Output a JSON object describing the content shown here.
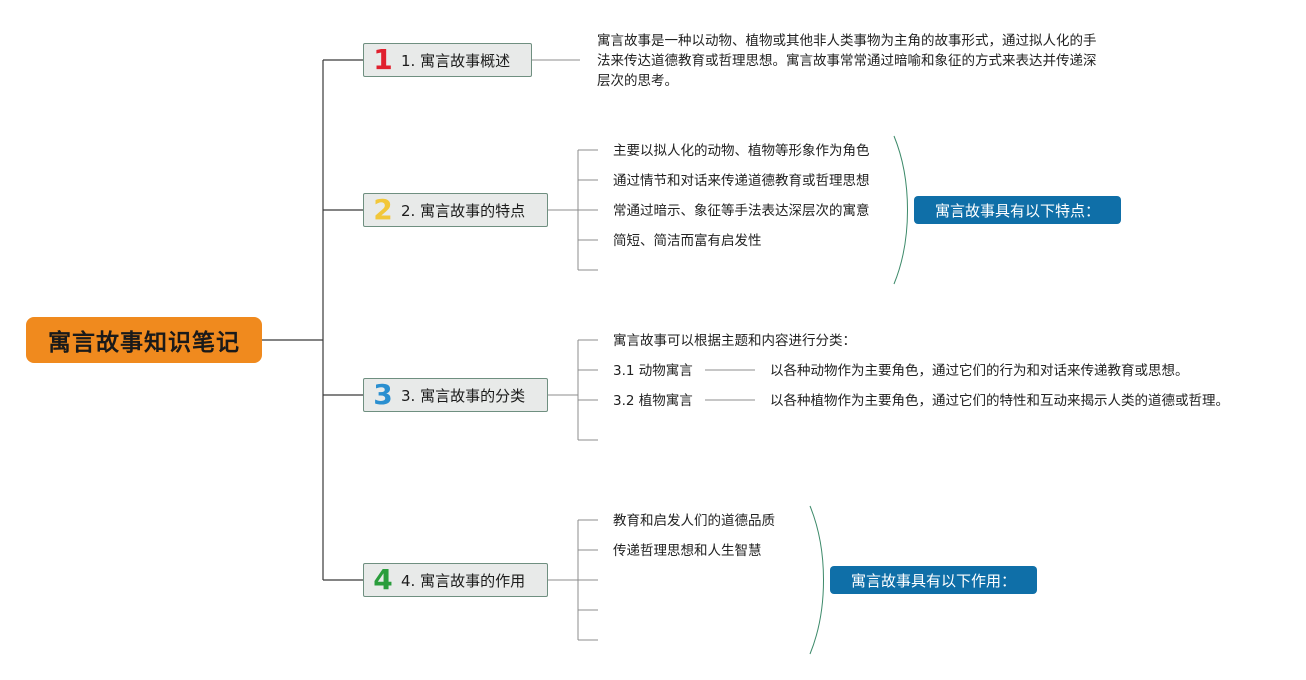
{
  "root": {
    "title": "寓言故事知识笔记"
  },
  "branches": [
    {
      "number": "1",
      "label": "1. 寓言故事概述",
      "color": "#e0202e",
      "paragraph": "寓言故事是一种以动物、植物或其他非人类事物为主角的故事形式，通过拟人化的手法来传达道德教育或哲理思想。寓言故事常常通过暗喻和象征的方式来表达并传递深层次的思考。"
    },
    {
      "number": "2",
      "label": "2. 寓言故事的特点",
      "color": "#f2c73a",
      "items": [
        "主要以拟人化的动物、植物等形象作为角色",
        "通过情节和对话来传递道德教育或哲理思想",
        "常通过暗示、象征等手法表达深层次的寓意",
        "简短、简洁而富有启发性"
      ],
      "summary": "寓言故事具有以下特点："
    },
    {
      "number": "3",
      "label": "3. 寓言故事的分类",
      "color": "#2a8fd0",
      "intro": "寓言故事可以根据主题和内容进行分类：",
      "subs": [
        {
          "label": "3.1 动物寓言",
          "desc": "以各种动物作为主要角色，通过它们的行为和对话来传递教育或思想。"
        },
        {
          "label": "3.2 植物寓言",
          "desc": "以各种植物作为主要角色，通过它们的特性和互动来揭示人类的道德或哲理。"
        }
      ]
    },
    {
      "number": "4",
      "label": "4. 寓言故事的作用",
      "color": "#2a9d3c",
      "items": [
        "教育和启发人们的道德品质",
        "传递哲理思想和人生智慧"
      ],
      "summary": "寓言故事具有以下作用："
    }
  ]
}
